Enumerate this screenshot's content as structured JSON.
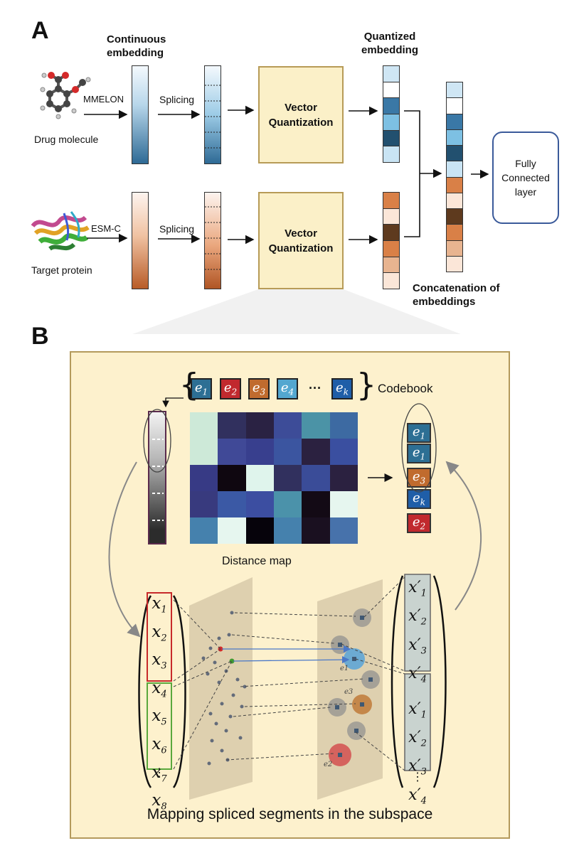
{
  "panelA": {
    "letter": "A",
    "continuous_embedding": "Continuous embedding",
    "quantized_embedding": "Quantized embedding",
    "drug": {
      "encoder": "MMELON",
      "label": "Drug molecule",
      "splicing": "Splicing"
    },
    "protein": {
      "encoder": "ESM-C",
      "label": "Target protein",
      "splicing": "Splicing"
    },
    "vq_label": "Vector Quantization",
    "fc_label": "Fully Connected layer",
    "concat_label": "Concatenation of embeddings",
    "colors": {
      "drug_cells": [
        "#cfe6f4",
        "#ffffff",
        "#3a78a6",
        "#7dc0e3",
        "#22506f",
        "#c9e4f4"
      ],
      "protein_cells": [
        "#d98047",
        "#fbe6d8",
        "#5e3a1e",
        "#d98047",
        "#e8b490",
        "#fbe6d8"
      ],
      "concat_cells": [
        "#cfe6f4",
        "#ffffff",
        "#3a78a6",
        "#7dc0e3",
        "#22506f",
        "#c9e4f4",
        "#d98047",
        "#fbe6d8",
        "#5e3a1e",
        "#d98047",
        "#e8b490",
        "#fbe6d8"
      ]
    }
  },
  "panelB": {
    "letter": "B",
    "codebook_label": "Codebook",
    "codebook": [
      {
        "sym": "e",
        "sub": "1",
        "color": "#2d6f94"
      },
      {
        "sym": "e",
        "sub": "2",
        "color": "#c1292e"
      },
      {
        "sym": "e",
        "sub": "3",
        "color": "#c06b2e"
      },
      {
        "sym": "e",
        "sub": "4",
        "color": "#53a7d0"
      },
      {
        "sym": "e",
        "sub": "k",
        "color": "#1f5ea8"
      }
    ],
    "ellipsis": "···",
    "distance_map_label": "Distance map",
    "distance_map": [
      [
        "#cde9d8",
        "#31305e",
        "#2a2243",
        "#3d4c98",
        "#4b93a6",
        "#3d6aa2"
      ],
      [
        "#cde9d8",
        "#404997",
        "#383f8e",
        "#3b55a0",
        "#2b2140",
        "#3a4fa0"
      ],
      [
        "#373a85",
        "#0f0710",
        "#dff4ec",
        "#31305e",
        "#3a4c98",
        "#2b2140"
      ],
      [
        "#383a7e",
        "#3b59a5",
        "#3c4ea1",
        "#4b92aa",
        "#130a15",
        "#e6f6ef"
      ],
      [
        "#4581ad",
        "#e6f6ef",
        "#06030b",
        "#4581ad",
        "#1a1020",
        "#4772ab"
      ]
    ],
    "quantized": [
      {
        "sym": "e",
        "sub": "1",
        "color": "#2d6f94"
      },
      {
        "sym": "e",
        "sub": "1",
        "color": "#2d6f94"
      },
      {
        "sym": "e",
        "sub": "3",
        "color": "#c06b2e"
      },
      {
        "sym": "e",
        "sub": "k",
        "color": "#1f5ea8"
      },
      {
        "sym": "e",
        "sub": "2",
        "color": "#c1292e"
      }
    ],
    "x_vectors": [
      "x1",
      "x2",
      "x3",
      "x4",
      "x5",
      "x6",
      "x7",
      "x8"
    ],
    "x_primes": [
      "x′1",
      "x′2",
      "x′3",
      "x′4",
      "x′1",
      "x′2",
      "x′3",
      "x′4"
    ],
    "subspace_labels": [
      "e1",
      "e3",
      "e2"
    ],
    "caption": "Mapping spliced segments in the subspace"
  }
}
